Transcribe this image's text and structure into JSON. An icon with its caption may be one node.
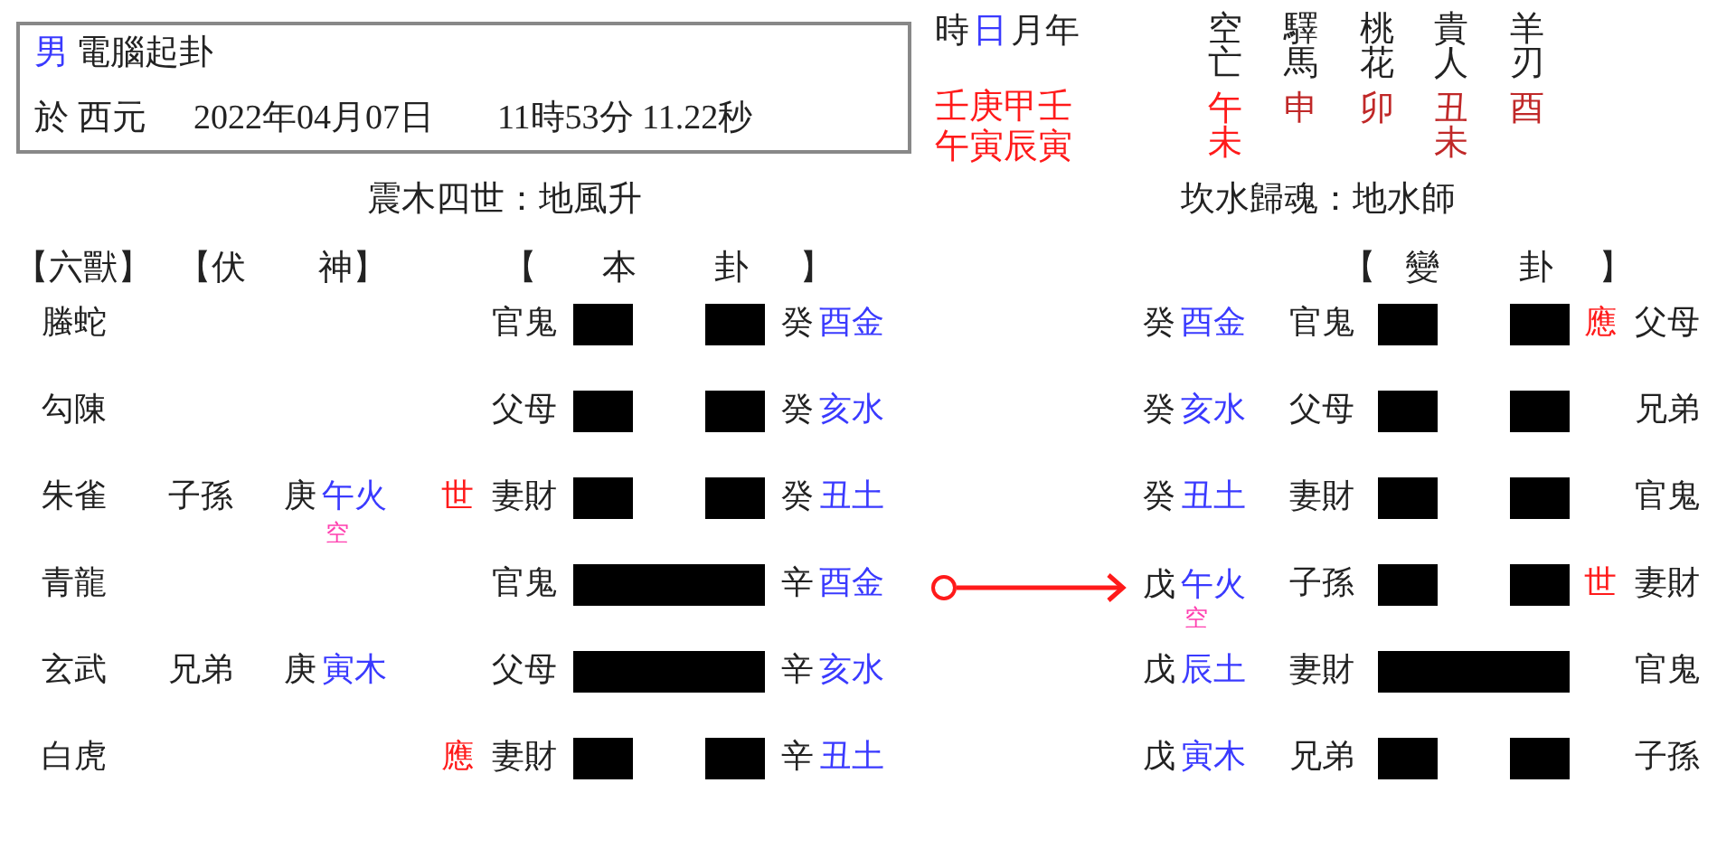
{
  "diagram": {
    "nodes": [
      {
        "text": [
          "男",
          "電腦起卦",
          "於 西元",
          "2022年04月07日",
          "11時53分 11.22秒"
        ]
      },
      {
        "text": [],
        "shape": "circle"
      },
      {
        "text": [
          "戊",
          "午火"
        ],
        "beside": [
          "空"
        ]
      }
    ],
    "edges": [
      {
        "from": 1,
        "to": 2,
        "arrow": "to"
      }
    ],
    "labels": [
      "時",
      "日",
      "月年",
      "空亡",
      "驛馬",
      "桃花",
      "貴人",
      "羊刃",
      "壬庚甲壬",
      "午寅辰寅",
      "午未",
      "申",
      "卯",
      "丑未",
      "酉",
      "震木四世：地風升",
      "坎水歸魂：地水師",
      "【六獸】",
      "【伏",
      "神】",
      "【",
      "本",
      "卦",
      "】",
      "【",
      "變",
      "卦",
      "】",
      "螣蛇",
      "官鬼",
      "癸",
      "酉金",
      "癸",
      "酉金",
      "官鬼",
      "應",
      "父母",
      "勾陳",
      "父母",
      "癸",
      "亥水",
      "癸",
      "亥水",
      "父母",
      "兄弟",
      "朱雀",
      "子孫",
      "庚",
      "午火",
      "世",
      "妻財",
      "癸",
      "丑土",
      "癸",
      "丑土",
      "妻財",
      "官鬼",
      "空",
      "青龍",
      "官鬼",
      "辛",
      "酉金",
      "子孫",
      "世",
      "妻財",
      "玄武",
      "兄弟",
      "庚",
      "寅木",
      "父母",
      "辛",
      "亥水",
      "戊",
      "辰土",
      "妻財",
      "官鬼",
      "白虎",
      "應",
      "妻財",
      "辛",
      "丑土",
      "戊",
      "寅木",
      "兄弟",
      "子孫"
    ]
  }
}
